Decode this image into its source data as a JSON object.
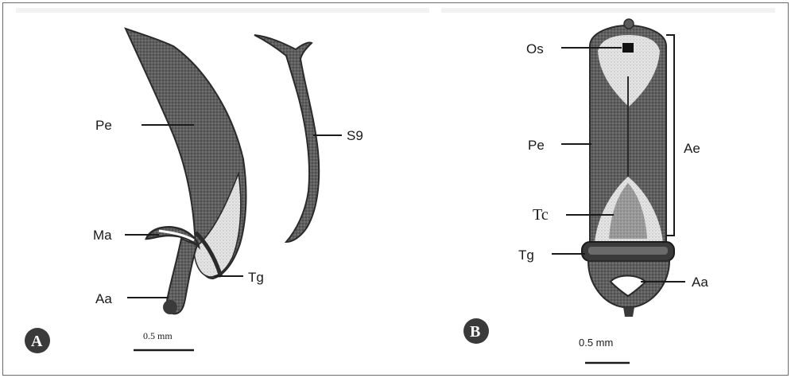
{
  "panels": {
    "a": {
      "badge": "A",
      "labels": {
        "pe": "Pe",
        "s9": "S9",
        "ma": "Ma",
        "aa": "Aa",
        "tg": "Tg"
      },
      "scale_bar": "0.5 mm"
    },
    "b": {
      "badge": "B",
      "labels": {
        "os": "Os",
        "pe": "Pe",
        "ae": "Ae",
        "tc": "Tc",
        "tg": "Tg",
        "aa": "Aa"
      },
      "scale_bar": "0.5 mm"
    }
  },
  "colors": {
    "stipple_dark": "#555555",
    "stipple_light": "#dcdcdc",
    "outline": "#2a2a2a",
    "badge": "#3a3a3a"
  }
}
